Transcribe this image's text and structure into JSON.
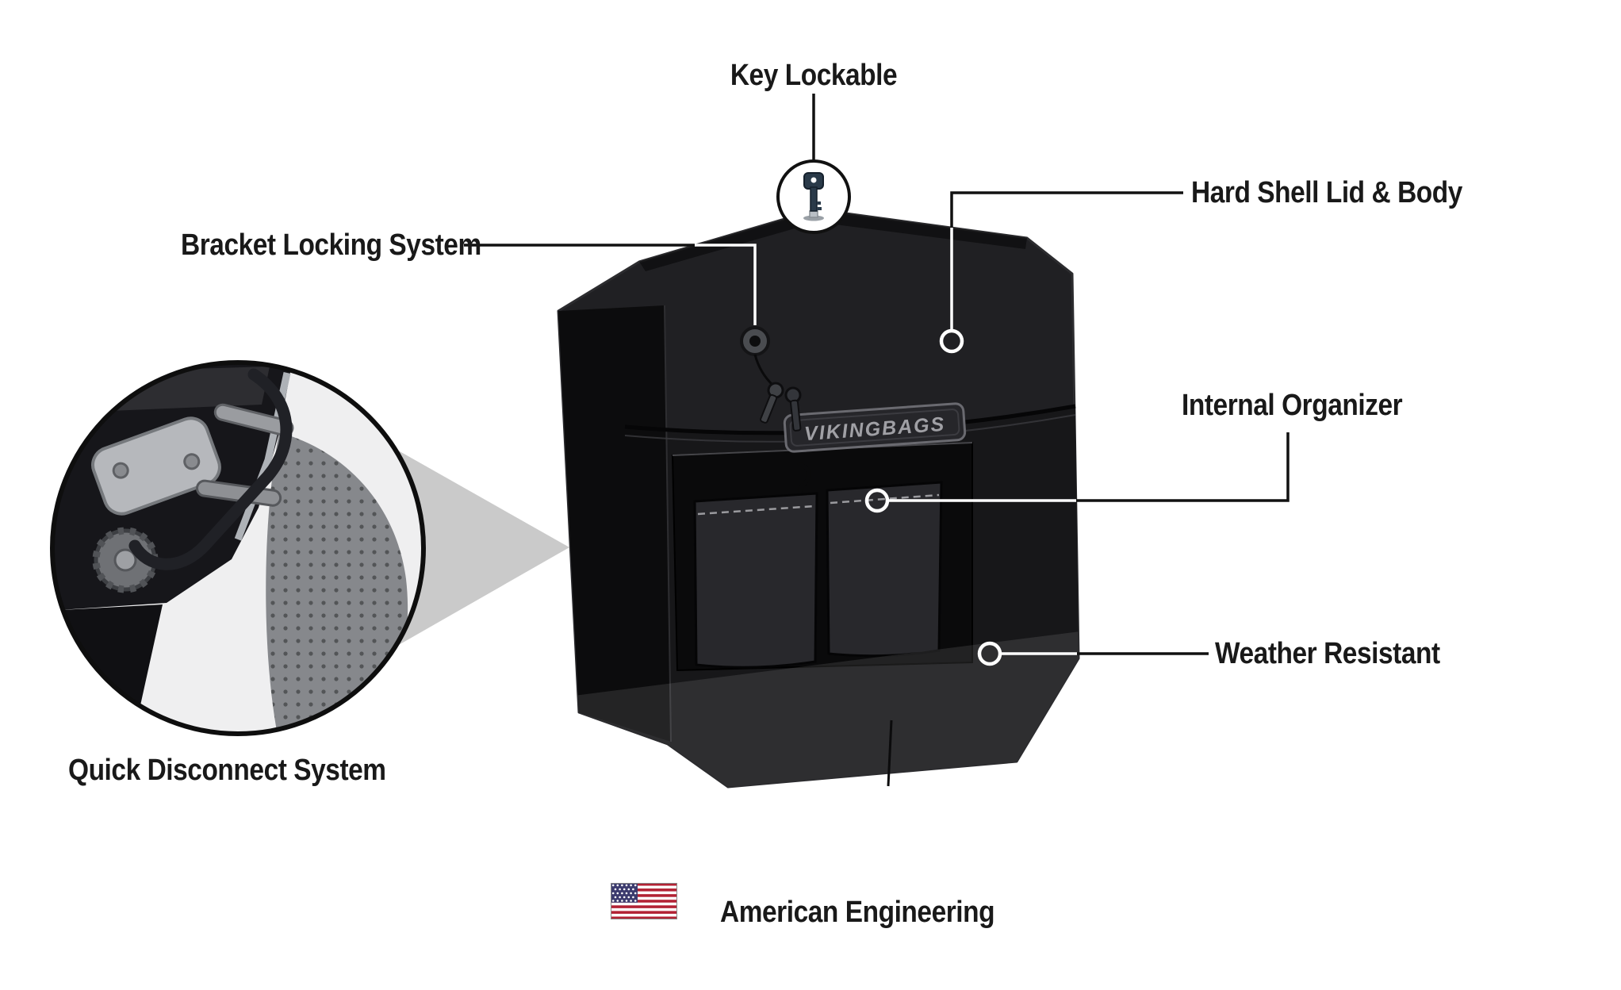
{
  "callouts": {
    "key_lockable": {
      "label": "Key Lockable"
    },
    "hard_shell_lid_body": {
      "label": "Hard Shell Lid & Body"
    },
    "bracket_locking_system": {
      "label": "Bracket Locking System"
    },
    "internal_organizer": {
      "label": "Internal Organizer"
    },
    "weather_resistant": {
      "label": "Weather Resistant"
    },
    "quick_disconnect_system": {
      "label": "Quick Disconnect System"
    }
  },
  "product": {
    "brand_badge": "VIKINGBAGS"
  },
  "footer": {
    "label": "American Engineering",
    "flag_icon": "us-flag-icon"
  },
  "icons": {
    "key": "key-icon",
    "lock": "lock-keyhole-icon",
    "us_flag": "us-flag-icon",
    "closeup": "quick-disconnect-closeup"
  },
  "colors": {
    "background": "#ffffff",
    "label_text": "#191919",
    "callout_line_dark": "#111111",
    "callout_line_light": "#ffffff",
    "case_lid": "#202023",
    "case_body": "#171719",
    "cone_gray": "#cacaca",
    "badge_text": "#a0a0a5",
    "flag_red": "#B22234",
    "flag_blue": "#3C3B6E"
  }
}
